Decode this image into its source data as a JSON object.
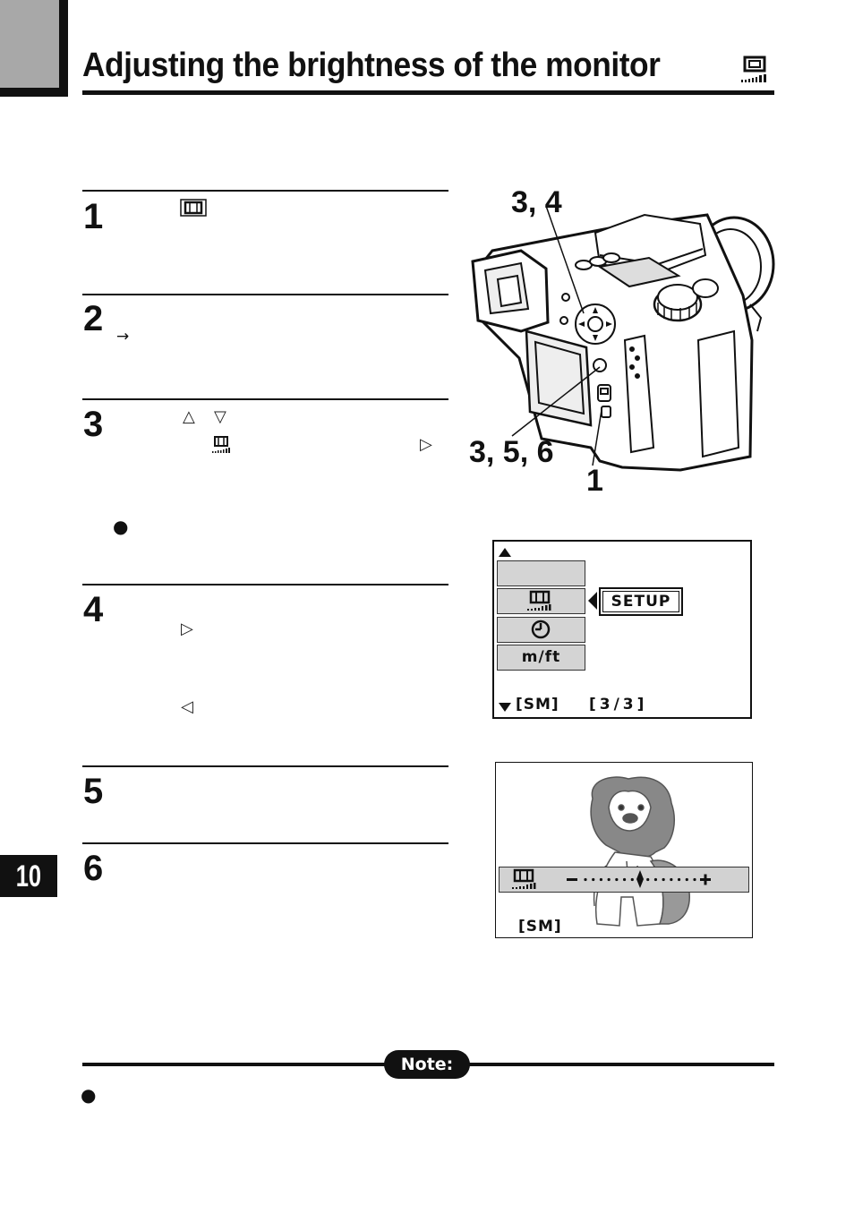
{
  "page": {
    "title": "Adjusting the brightness of the monitor",
    "chapter_tab": "10"
  },
  "steps": [
    {
      "number": "1"
    },
    {
      "number": "2"
    },
    {
      "number": "3"
    },
    {
      "number": "4"
    },
    {
      "number": "5"
    },
    {
      "number": "6"
    }
  ],
  "glyphs": {
    "right_arrow": "→",
    "up_triangle": "△",
    "down_triangle": "▽",
    "right_triangle": "▷",
    "left_triangle": "◁",
    "bullet": "●"
  },
  "camera_figure": {
    "label_top": "3, 4",
    "label_left": "3, 5, 6",
    "label_bottom": "1"
  },
  "menu_screen": {
    "setup_label": "SETUP",
    "unit_label": "m/ft",
    "mode_label": "[SM]",
    "page_label": "[3/3]"
  },
  "brightness_screen": {
    "mode_label": "[SM]",
    "minus": "−",
    "plus": "+",
    "level": 0.5
  },
  "note": {
    "label": "Note:"
  }
}
